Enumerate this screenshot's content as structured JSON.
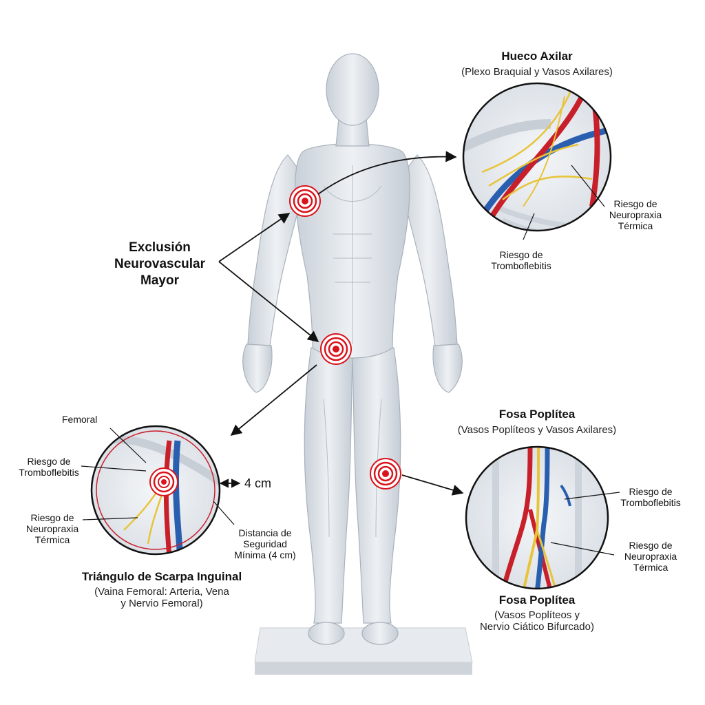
{
  "main_label": [
    "Exclusión",
    "Neurovascular",
    "Mayor"
  ],
  "axilla": {
    "title": "Hueco Axilar",
    "subtitle": "(Plexo Braquial y Vasos Axilares)",
    "risk_neuro": [
      "Riesgo de",
      "Neuropraxia",
      "Térmica"
    ],
    "risk_thrombo": [
      "Riesgo de",
      "Tromboflebitis"
    ]
  },
  "inguinal": {
    "label_femoral": "Femoral",
    "risk_thrombo": [
      "Riesgo de",
      "Tromboflebitis"
    ],
    "risk_neuro": [
      "Riesgo de",
      "Neuropraxia",
      "Térmica"
    ],
    "distance_value": "4 cm",
    "distance_label": [
      "Distancia de",
      "Seguridad",
      "Mínima (4 cm)"
    ],
    "title": "Triángulo de Scarpa Inguinal",
    "subtitle": [
      "(Vaina Femoral: Arteria, Vena",
      "y Nervio Femoral)"
    ]
  },
  "popliteal": {
    "title_top": "Fosa Poplítea",
    "subtitle_top": "(Vasos Poplíteos y Vasos Axilares)",
    "risk_thrombo": [
      "Riesgo de",
      "Tromboflebitis"
    ],
    "risk_neuro": [
      "Riesgo de",
      "Neuropraxia",
      "Térmica"
    ],
    "title_bottom": "Fosa Poplítea",
    "subtitle_bottom": [
      "(Vasos Poplíteos y",
      "Nervio Ciático Bifurcado)"
    ]
  },
  "colors": {
    "artery": "#c8202a",
    "vein": "#2a5fb0",
    "nerve": "#e8c43a",
    "target": "#d9141c",
    "body": "#dfe4ea"
  }
}
